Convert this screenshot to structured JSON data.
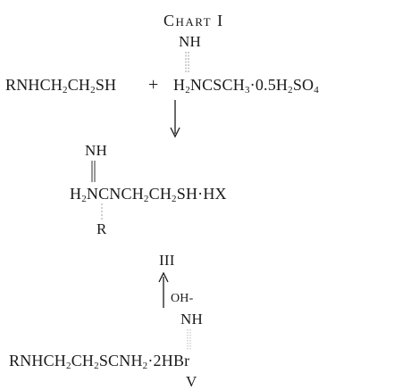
{
  "title": "Chart I",
  "reaction1": {
    "reactant_a": "RNHCH2CH2SH",
    "plus": "+",
    "reagent_nh": "NH",
    "reagent": "H2NCSCH3·0.5H2SO4"
  },
  "product": {
    "nh": "NH",
    "formula": "H2NCNCH2CH2SH·HX",
    "r_group": "R",
    "label": "III"
  },
  "step2": {
    "reagent": "OH-"
  },
  "starting": {
    "nh": "NH",
    "formula": "RNHCH2CH2SCNH2·2HBr",
    "label": "V"
  }
}
